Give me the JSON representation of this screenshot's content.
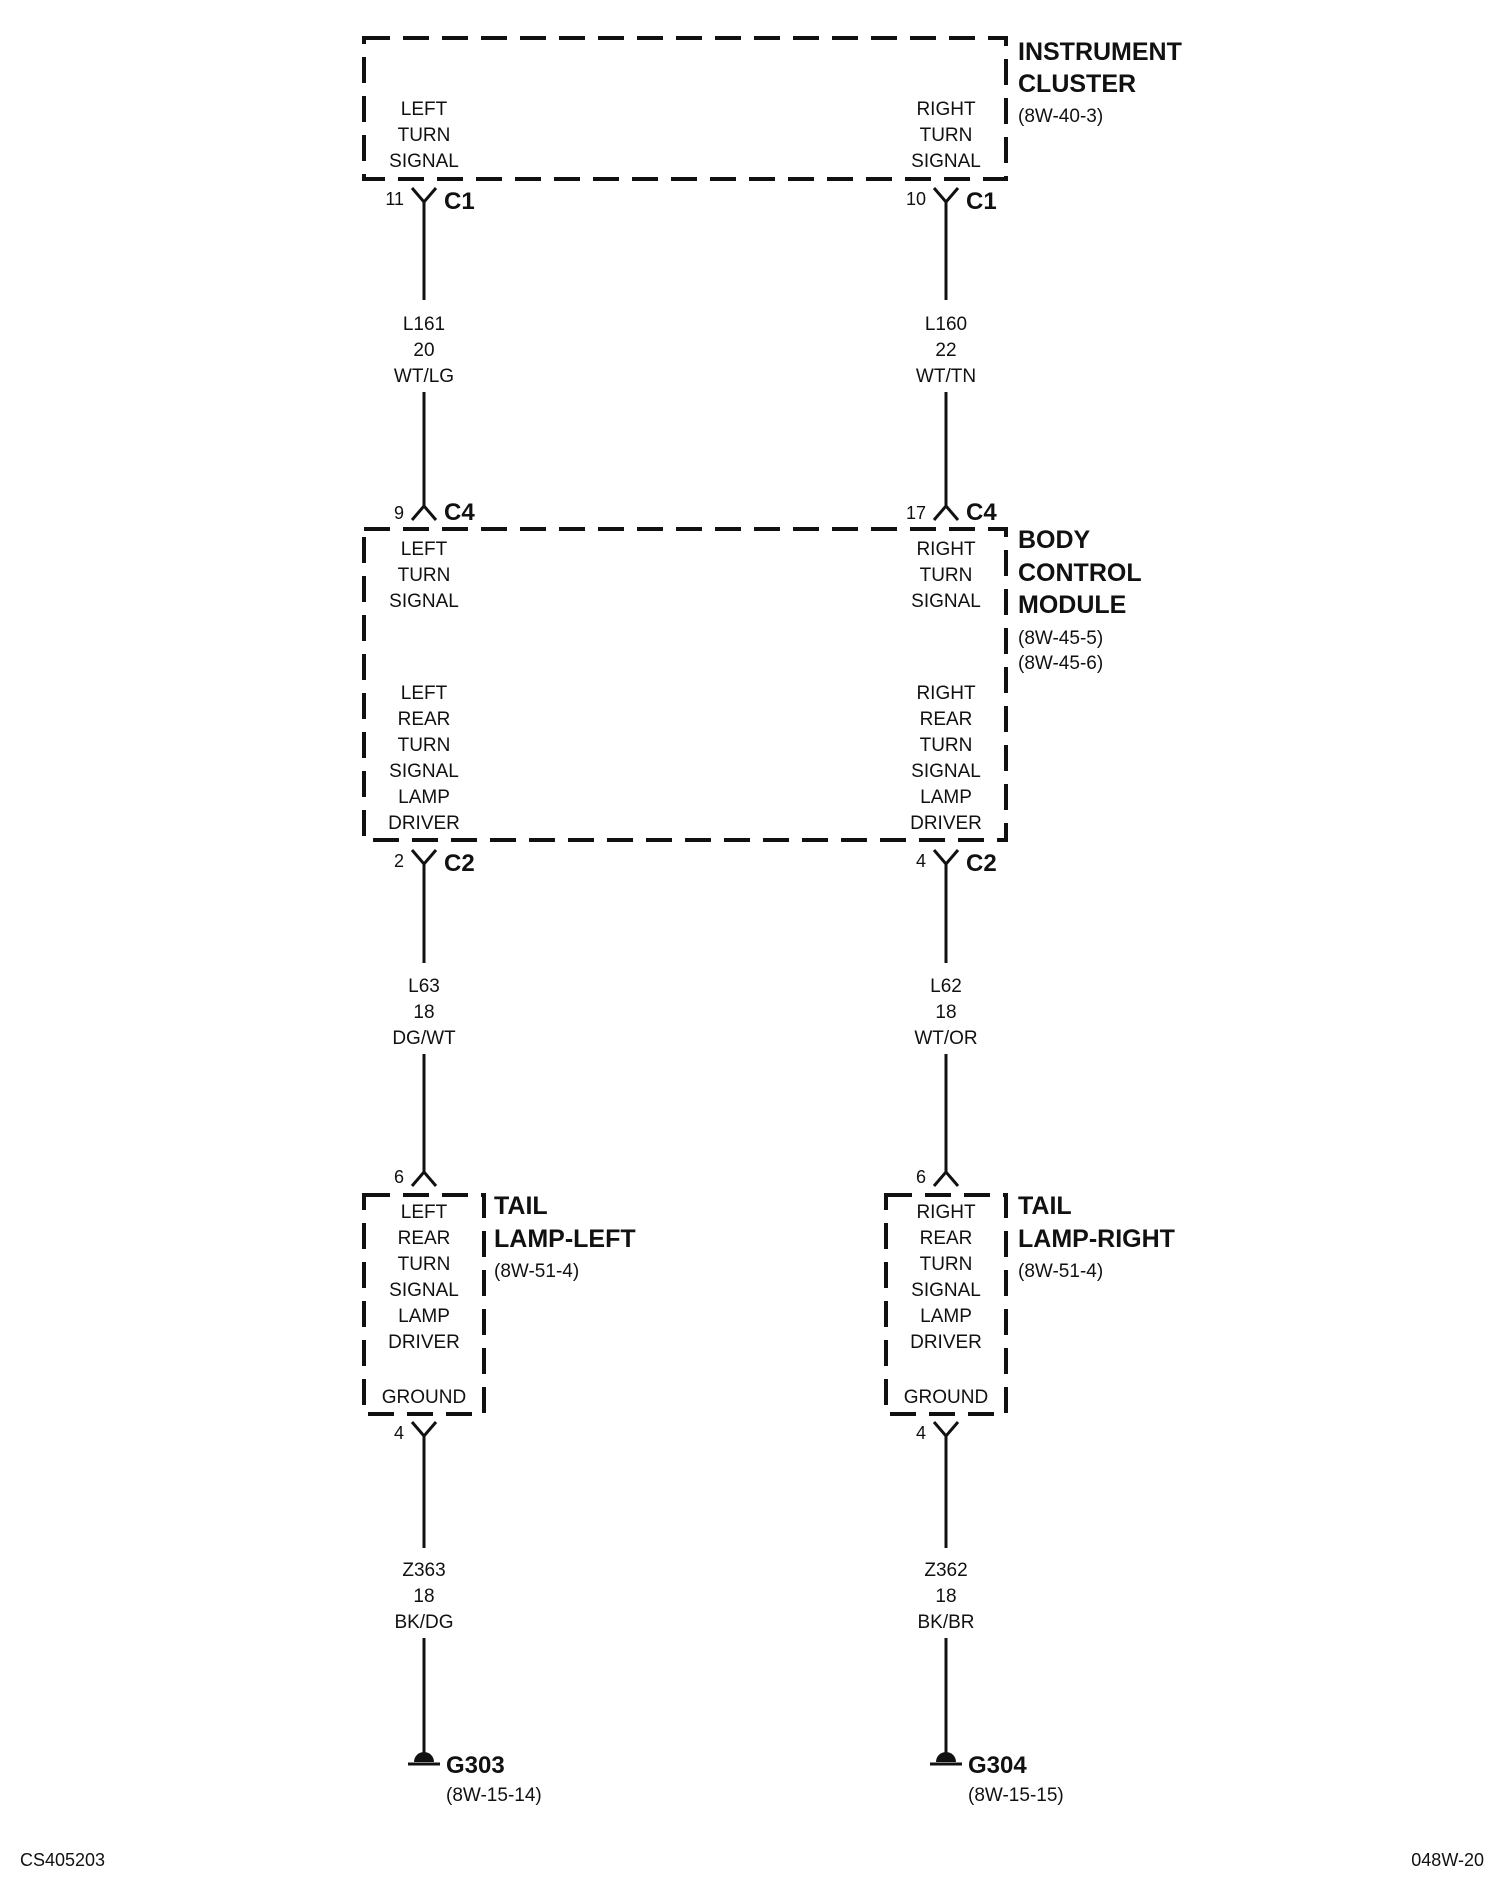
{
  "components": {
    "instrument_cluster": {
      "title": [
        "INSTRUMENT",
        "CLUSTER"
      ],
      "ref": "(8W-40-3)",
      "left_label": [
        "LEFT",
        "TURN",
        "SIGNAL"
      ],
      "right_label": [
        "RIGHT",
        "TURN",
        "SIGNAL"
      ]
    },
    "body_control_module": {
      "title": [
        "BODY",
        "CONTROL",
        "MODULE"
      ],
      "refs": [
        "(8W-45-5)",
        "(8W-45-6)"
      ],
      "left_top_label": [
        "LEFT",
        "TURN",
        "SIGNAL"
      ],
      "right_top_label": [
        "RIGHT",
        "TURN",
        "SIGNAL"
      ],
      "left_bottom_label": [
        "LEFT",
        "REAR",
        "TURN",
        "SIGNAL",
        "LAMP",
        "DRIVER"
      ],
      "right_bottom_label": [
        "RIGHT",
        "REAR",
        "TURN",
        "SIGNAL",
        "LAMP",
        "DRIVER"
      ]
    },
    "tail_lamp_left": {
      "title": [
        "TAIL",
        "LAMP-LEFT"
      ],
      "ref": "(8W-51-4)",
      "label": [
        "LEFT",
        "REAR",
        "TURN",
        "SIGNAL",
        "LAMP",
        "DRIVER"
      ],
      "ground_label": "GROUND"
    },
    "tail_lamp_right": {
      "title": [
        "TAIL",
        "LAMP-RIGHT"
      ],
      "ref": "(8W-51-4)",
      "label": [
        "RIGHT",
        "REAR",
        "TURN",
        "SIGNAL",
        "LAMP",
        "DRIVER"
      ],
      "ground_label": "GROUND"
    }
  },
  "connectors": {
    "ic_left": {
      "pin": "11",
      "name": "C1"
    },
    "ic_right": {
      "pin": "10",
      "name": "C1"
    },
    "bcm_top_left": {
      "pin": "9",
      "name": "C4"
    },
    "bcm_top_right": {
      "pin": "17",
      "name": "C4"
    },
    "bcm_bottom_left": {
      "pin": "2",
      "name": "C2"
    },
    "bcm_bottom_right": {
      "pin": "4",
      "name": "C2"
    },
    "tail_left_top": {
      "pin": "6"
    },
    "tail_right_top": {
      "pin": "6"
    },
    "tail_left_bottom": {
      "pin": "4"
    },
    "tail_right_bottom": {
      "pin": "4"
    }
  },
  "wires": {
    "w1_left": [
      "L161",
      "20",
      "WT/LG"
    ],
    "w1_right": [
      "L160",
      "22",
      "WT/TN"
    ],
    "w2_left": [
      "L63",
      "18",
      "DG/WT"
    ],
    "w2_right": [
      "L62",
      "18",
      "WT/OR"
    ],
    "w3_left": [
      "Z363",
      "18",
      "BK/DG"
    ],
    "w3_right": [
      "Z362",
      "18",
      "BK/BR"
    ]
  },
  "grounds": {
    "left": {
      "name": "G303",
      "ref": "(8W-15-14)"
    },
    "right": {
      "name": "G304",
      "ref": "(8W-15-15)"
    }
  },
  "footer": {
    "left": "CS405203",
    "right": "048W-20"
  }
}
